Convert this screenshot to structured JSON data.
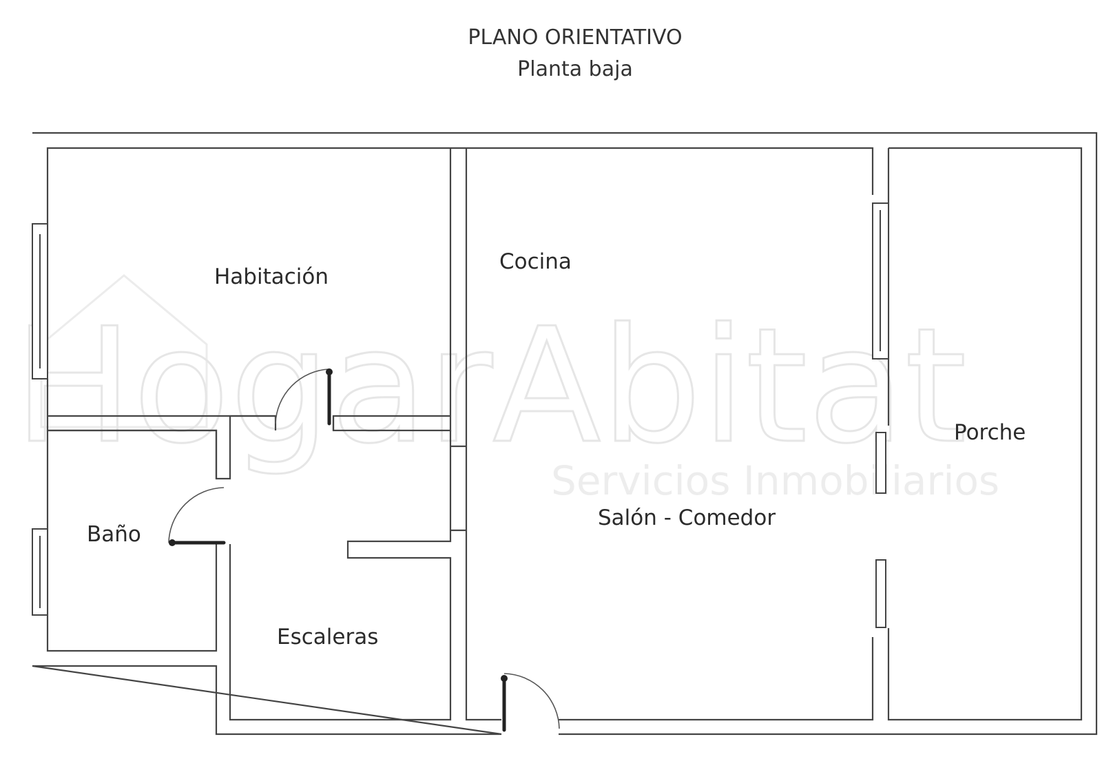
{
  "title": "PLANO ORIENTATIVO",
  "subtitle": "Planta baja",
  "rooms": {
    "habitacion": "Habitación",
    "cocina": "Cocina",
    "porche": "Porche",
    "salon": "Salón - Comedor",
    "bano": "Baño",
    "escaleras": "Escaleras"
  },
  "watermark": {
    "brand": "HogarAbitat",
    "tagline": "Servicios Inmobiliarios"
  },
  "colors": {
    "wall": "#444444",
    "text": "#2b2b2b",
    "background": "#ffffff"
  }
}
